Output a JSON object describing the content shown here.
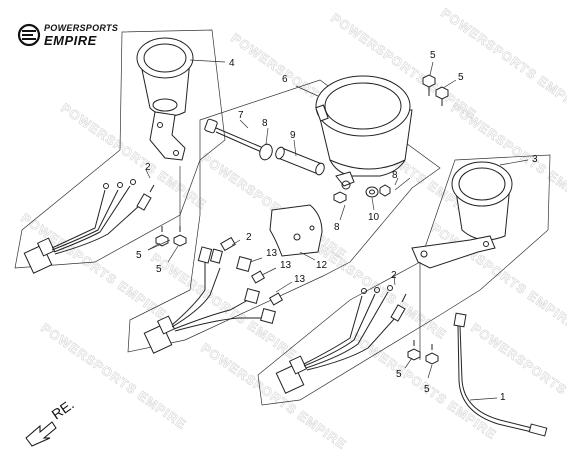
{
  "brand": {
    "line1": "POWERSPORTS",
    "line2": "EMPIRE",
    "watermark": "POWERSPORTS EMPIRE"
  },
  "direction": {
    "label": "RE."
  },
  "callouts": [
    {
      "id": "c1",
      "text": "1"
    },
    {
      "id": "c2a",
      "text": "2"
    },
    {
      "id": "c2b",
      "text": "2"
    },
    {
      "id": "c2c",
      "text": "2"
    },
    {
      "id": "c3",
      "text": "3"
    },
    {
      "id": "c4",
      "text": "4"
    },
    {
      "id": "c5a",
      "text": "5"
    },
    {
      "id": "c5b",
      "text": "5"
    },
    {
      "id": "c5c",
      "text": "5"
    },
    {
      "id": "c5d",
      "text": "5"
    },
    {
      "id": "c5e",
      "text": "5"
    },
    {
      "id": "c5f",
      "text": "5"
    },
    {
      "id": "c6",
      "text": "6"
    },
    {
      "id": "c7",
      "text": "7"
    },
    {
      "id": "c8a",
      "text": "8"
    },
    {
      "id": "c8b",
      "text": "8"
    },
    {
      "id": "c8c",
      "text": "8"
    },
    {
      "id": "c9",
      "text": "9"
    },
    {
      "id": "c10",
      "text": "10"
    },
    {
      "id": "c12",
      "text": "12"
    },
    {
      "id": "c13a",
      "text": "13"
    },
    {
      "id": "c13b",
      "text": "13"
    },
    {
      "id": "c13c",
      "text": "13"
    }
  ]
}
